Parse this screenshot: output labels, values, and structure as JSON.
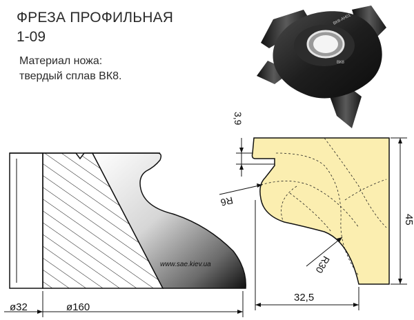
{
  "header": {
    "title": "ФРЕЗА ПРОФИЛЬНАЯ",
    "code": "1-09",
    "material_line1": "Материал ножа:",
    "material_line2": "твердый сплав ВК8."
  },
  "photo": {
    "engraving_top": "ВК8-АН01",
    "engraving_side": "ВК8"
  },
  "drawing": {
    "watermark": "www.sae.kiev.ua",
    "dim_bore": "ø32",
    "dim_outer": "ø160",
    "dim_groove": "3,9",
    "dim_radius_small": "R6",
    "dim_radius_large": "R30",
    "dim_height": "45",
    "dim_width": "32,5"
  },
  "colors": {
    "profile_fill": "#fbeeb0",
    "cutter_dark": "#1a1a1a",
    "line": "#111111"
  }
}
